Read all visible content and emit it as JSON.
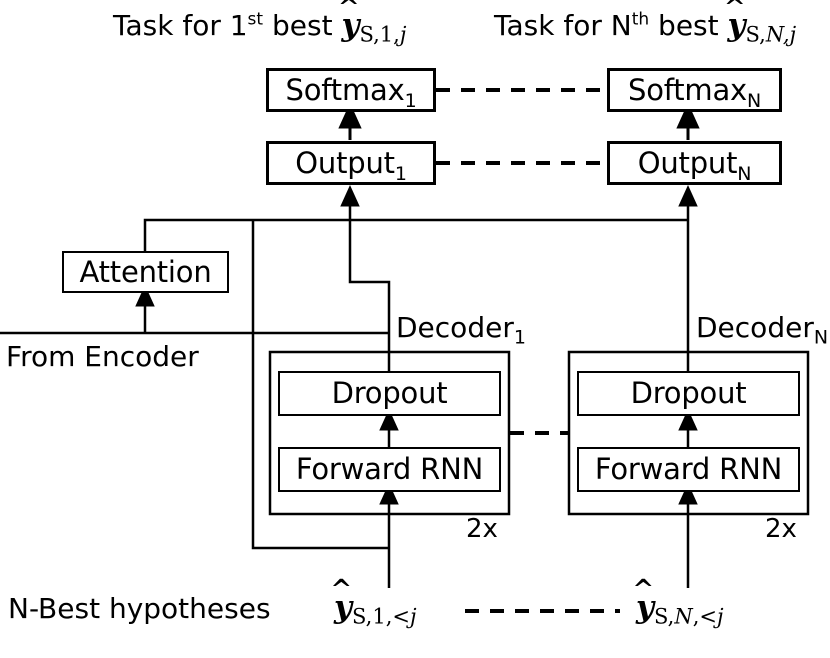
{
  "diagram": {
    "title_left": {
      "prefix": "Task for 1",
      "ordinal": "st",
      "suffix": "best",
      "symbol_base": "y",
      "symbol_sub_plain": "S,1,",
      "symbol_sub_italic": "j"
    },
    "title_right": {
      "prefix": "Task for N",
      "ordinal": "th",
      "suffix": "best",
      "symbol_base": "y",
      "symbol_sub_plain": "S,",
      "symbol_sub_italic": "N,j"
    },
    "boxes": {
      "softmax_1": {
        "label": "Softmax",
        "sub": "1"
      },
      "softmax_n": {
        "label": "Softmax",
        "sub": "N"
      },
      "output_1": {
        "label": "Output",
        "sub": "1"
      },
      "output_n": {
        "label": "Output",
        "sub": "N"
      },
      "attention": {
        "label": "Attention"
      },
      "dropout_1": {
        "label": "Dropout"
      },
      "dropout_n": {
        "label": "Dropout"
      },
      "forward_rnn_1": {
        "label": "Forward RNN"
      },
      "forward_rnn_n": {
        "label": "Forward RNN"
      }
    },
    "decoder_labels": {
      "decoder_1": {
        "label": "Decoder",
        "sub": "1"
      },
      "decoder_n": {
        "label": "Decoder",
        "sub": "N"
      }
    },
    "repeat_labels": {
      "decoder_1": "2x",
      "decoder_n": "2x"
    },
    "encoder_text": "From Encoder",
    "hypotheses_text": "N-Best hypotheses",
    "inputs": {
      "left": {
        "base": "y",
        "sub_plain": "S,1,<",
        "sub_italic": "j"
      },
      "right": {
        "base": "y",
        "sub_plain": "S,",
        "sub_italic": "N",
        "sub_plain2": ",<",
        "sub_italic2": "j"
      }
    },
    "colors": {
      "stroke": "#000000",
      "background": "#ffffff"
    }
  }
}
